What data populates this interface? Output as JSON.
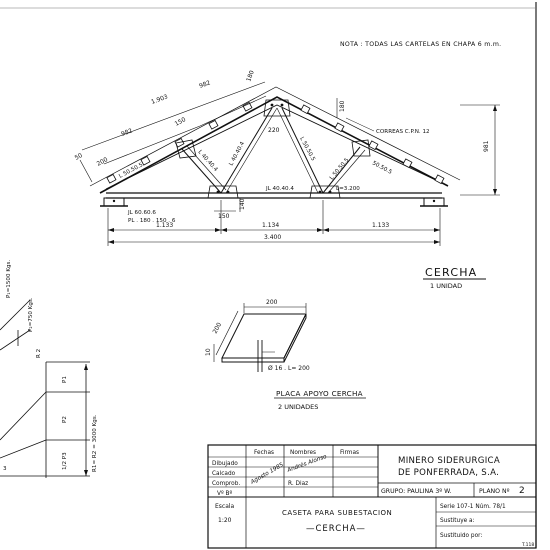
{
  "note": "NOTA : TODAS LAS CARTELAS EN CHAPA 6 m.m.",
  "truss": {
    "dims": {
      "top_1903": "1.903",
      "top_982a": "982",
      "top_982b": "982",
      "d_180a": "180",
      "d_180b": "180",
      "d_150": "150",
      "d_220": "220",
      "d_50": "50",
      "d_200": "200",
      "d_140": "140",
      "d_150b": "150",
      "height": "981",
      "span1": "1.133",
      "span2": "1.134",
      "span3": "1.133",
      "total": "3.400"
    },
    "labels": {
      "correas": "CORREAS  C.P.N. 12",
      "member1": "L 40.40.4",
      "member2": "L 50.50.5",
      "member3": "L 40.40.4",
      "member4": "L 50.50.5",
      "lower_left": "JL 40.40.4",
      "lower_right": "L=3.200",
      "member_left_top": "L 50.50.5",
      "member_right_top": "50.50.5",
      "angle1": "JL 60.60.6",
      "angle2": "PL . 180 . 150 . 6"
    },
    "title": "CERCHA",
    "subtitle": "1 UNIDAD"
  },
  "plate": {
    "w": "200",
    "d": "200",
    "t": "10",
    "bolt": "Ø 16 . L= 200",
    "title": "PLACA APOYO CERCHA",
    "subtitle": "2 UNIDADES"
  },
  "loads": {
    "p1": "P₁=1500 Kgs.",
    "p2": "P₂=750 Kgs.",
    "r2": "R 2",
    "p1b": "P1",
    "p2b": "P2",
    "p3": "1/2 P3",
    "r": "R1= R2 = 3000 Kgs.",
    "three": "3"
  },
  "titleblock": {
    "col_fechas": "Fechas",
    "col_nombres": "Nombres",
    "col_firmas": "Firmas",
    "rows": [
      "Dibujado",
      "Calcado",
      "Comprob.",
      "Vº Bº"
    ],
    "fecha_sign": "Agosto 1985",
    "nombre_sign": "Andrés Alonso",
    "nombre2": "R. Diaz",
    "company_line1": "MINERO SIDERURGICA",
    "company_line2": "DE PONFERRADA, S.A.",
    "grupo": "GRUPO: PAULINA 3º W.",
    "plano_label": "PLANO Nº",
    "plano_no": "2",
    "escala_label": "Escala",
    "escala": "1:20",
    "project_line1": "CASETA  PARA  SUBESTACION",
    "project_line2": "—CERCHA—",
    "serie": "Serie 107-1 Núm. 78/1",
    "sustituye": "Sustituye a:",
    "sustituido": "Sustituido por:",
    "corner": "T.118"
  }
}
